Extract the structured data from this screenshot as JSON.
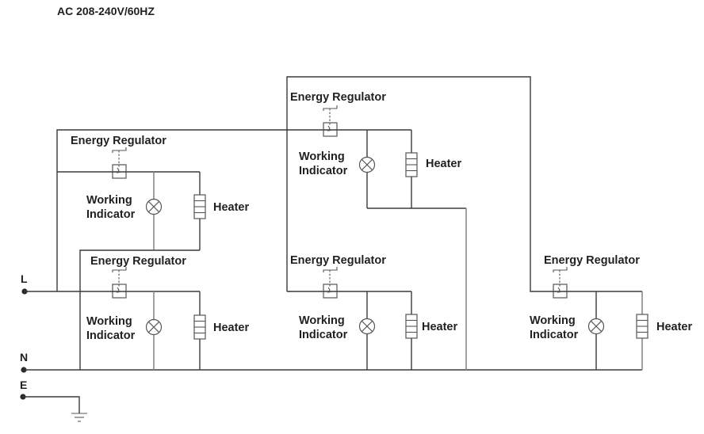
{
  "title": "AC 208-240V/60HZ",
  "terminals": [
    {
      "id": "L",
      "label": "L",
      "role": "line"
    },
    {
      "id": "N",
      "label": "N",
      "role": "neutral"
    },
    {
      "id": "E",
      "label": "E",
      "role": "earth"
    }
  ],
  "circuits": [
    {
      "id": "circuit-1",
      "regulator_label": "Energy Regulator",
      "indicator_label": [
        "Working",
        "Indicator"
      ],
      "heater_label": "Heater"
    },
    {
      "id": "circuit-2",
      "regulator_label": "Energy Regulator",
      "indicator_label": [
        "Working",
        "Indicator"
      ],
      "heater_label": "Heater"
    },
    {
      "id": "circuit-3",
      "regulator_label": "Energy Regulator",
      "indicator_label": [
        "Working",
        "Indicator"
      ],
      "heater_label": "Heater"
    },
    {
      "id": "circuit-4",
      "regulator_label": "Energy Regulator",
      "indicator_label": [
        "Working",
        "Indicator"
      ],
      "heater_label": "Heater"
    },
    {
      "id": "circuit-5",
      "regulator_label": "Energy Regulator",
      "indicator_label": [
        "Working",
        "Indicator"
      ],
      "heater_label": "Heater"
    }
  ],
  "symbols": {
    "regulator": "energy-regulator-switch",
    "indicator": "lamp-cross-circle",
    "heater": "resistor-stack",
    "ground": "earth-ground"
  }
}
